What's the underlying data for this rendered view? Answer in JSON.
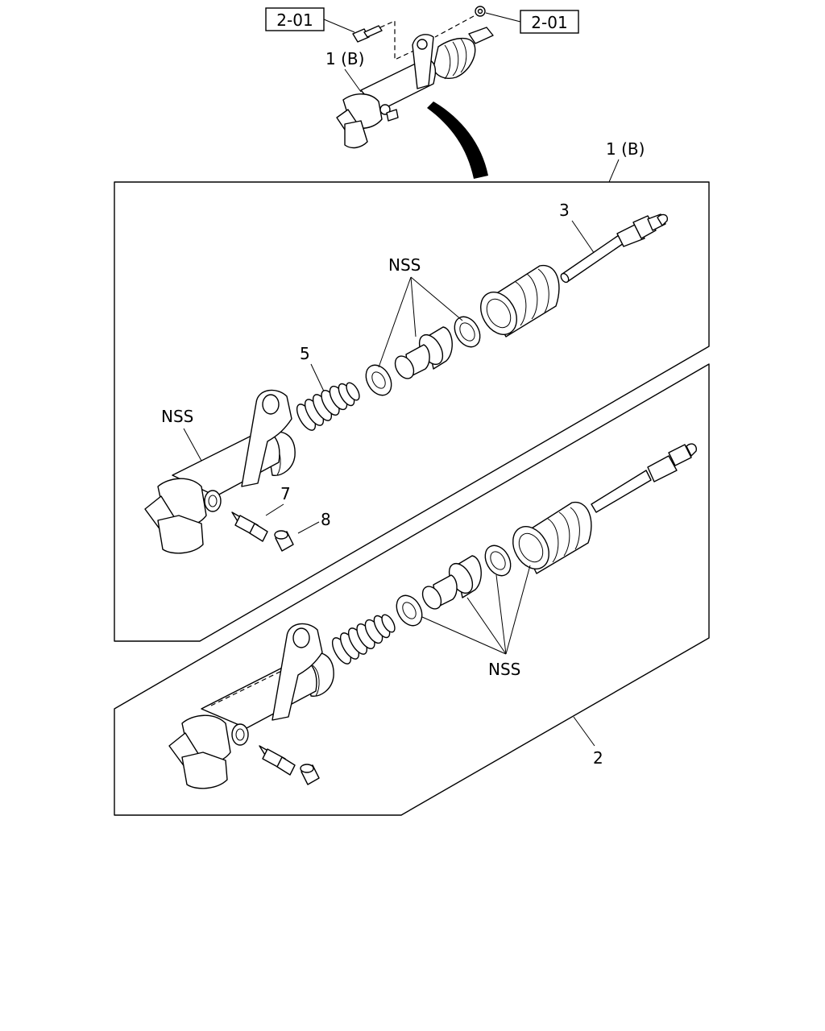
{
  "refs": {
    "left": "2-01",
    "right": "2-01"
  },
  "labels": {
    "top_assembly": "1 (B)",
    "frame_b": "1 (B)",
    "part3": "3",
    "nss_upper_seals": "NSS",
    "part5": "5",
    "nss_body": "NSS",
    "part7": "7",
    "part8": "8",
    "nss_lower_seals": "NSS",
    "part2": "2"
  }
}
